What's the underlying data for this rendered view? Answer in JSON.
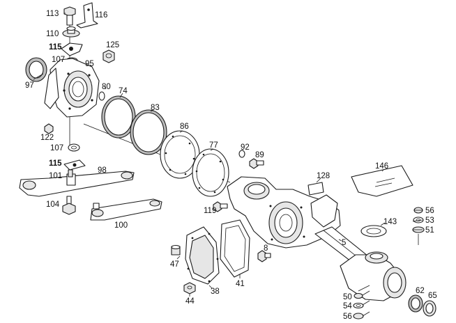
{
  "callouts": {
    "c113": "113",
    "c116": "116",
    "c110": "110",
    "c115a": "115",
    "c125": "125",
    "c107a": "107",
    "c95": "95",
    "c97": "97",
    "c80": "80",
    "c74": "74",
    "c83": "83",
    "c122": "122",
    "c107b": "107",
    "c86": "86",
    "c77": "77",
    "c92": "92",
    "c89": "89",
    "c115b": "115",
    "c101": "101",
    "c98": "98",
    "c146": "146",
    "c128": "128",
    "c104": "104",
    "c119": "119",
    "c100": "100",
    "c56a": "56",
    "c53": "53",
    "c51": "51",
    "c143": "143",
    "c5": "5",
    "c8": "8",
    "c47": "47",
    "c41": "41",
    "c38": "38",
    "c44": "44",
    "c50": "50",
    "c54": "54",
    "c56b": "56",
    "c62": "62",
    "c65": "65"
  }
}
